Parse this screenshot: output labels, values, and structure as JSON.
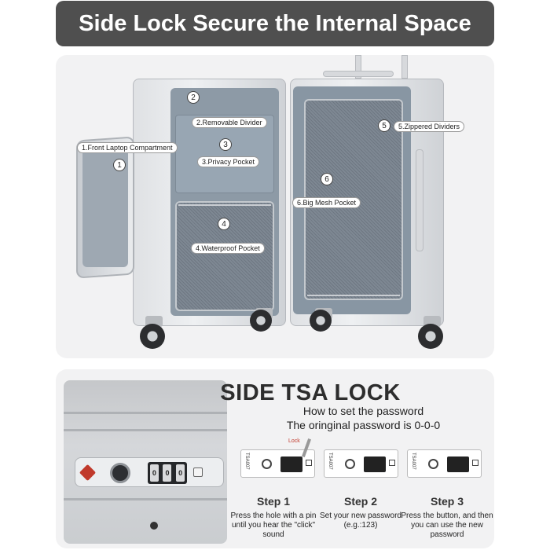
{
  "banner": {
    "title": "Side Lock Secure the Internal Space"
  },
  "features": [
    {
      "num": "1",
      "label": "1.Front Laptop Compartment"
    },
    {
      "num": "2",
      "label": "2.Removable Divider"
    },
    {
      "num": "3",
      "label": "3.Privacy Pocket"
    },
    {
      "num": "4",
      "label": "4.Waterproof Pocket"
    },
    {
      "num": "5",
      "label": "5.Zippered Dividers"
    },
    {
      "num": "6",
      "label": "6.Big Mesh Pocket"
    }
  ],
  "tsa": {
    "title": "SIDE TSA LOCK",
    "subtitle": "How to set the password",
    "original": "The oringinal password is 0-0-0",
    "lock_digits": [
      "0",
      "0",
      "0"
    ],
    "lock_tag": "Lock",
    "mini_label": "TSA007",
    "steps": [
      {
        "title": "Step 1",
        "text": "Press the hole with a pin until you hear the \"click\" sound"
      },
      {
        "title": "Step 2",
        "text": "Set your new password (e.g.:123)"
      },
      {
        "title": "Step 3",
        "text": "Press the button, and then you can use the new password"
      }
    ]
  },
  "colors": {
    "banner_bg": "#4f4f4f",
    "panel_bg": "#f2f2f3",
    "tsa_red": "#c0392b",
    "liner": "#8d9aa6"
  }
}
